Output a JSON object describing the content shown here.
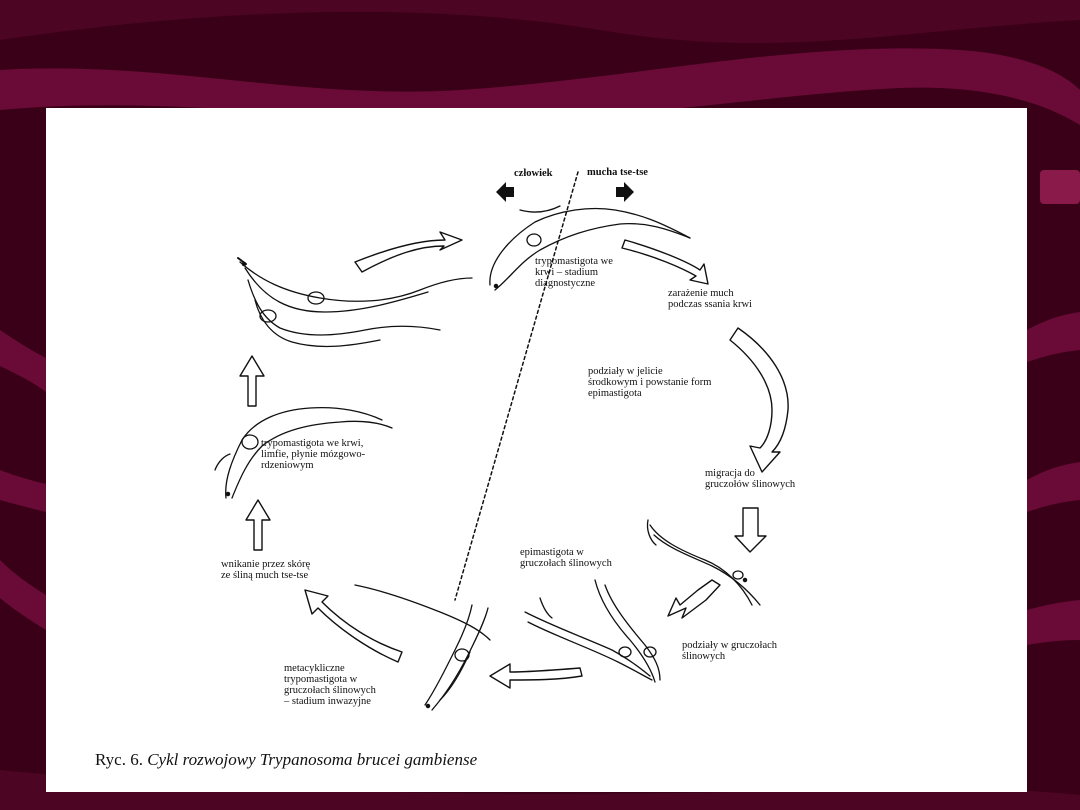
{
  "slide": {
    "colors": {
      "background": "#3a0018",
      "band": "#6a0a36",
      "panel": "#ffffff",
      "ink": "#111111"
    }
  },
  "figure": {
    "host_label": "człowiek",
    "vector_label": "mucha tse-tse",
    "stage_trypo_blood_diag": "trypomastigota we\nkrwi – stadium\ndiagnostyczne",
    "stage_infection": "zarażenie much\npodczas ssania krwi",
    "stage_midgut": "podziały w jelicie\nśrodkowym i powstanie form\nepimastigota",
    "stage_migration": "migracja do\ngruczołów ślinowych",
    "stage_epi_glands": "epimastigota w\ngruczołach ślinowych",
    "stage_division_glands": "podziały w gruczołach\nślinowych",
    "stage_metacyclic": "metacykliczne\ntrypomastigota w\ngruczołach ślinowych\n– stadium inwazyjne",
    "stage_skin": "wnikanie przez skórę\nze śliną much tse-tse",
    "stage_trypo_blood_lymph": "trypomastigota we krwi,\nlimfie, płynie mózgowo-\nrdzeniowym"
  },
  "caption": {
    "prefix": "Ryc. 6.",
    "title": "Cykl rozwojowy Trypanosoma brucei gambiense"
  }
}
